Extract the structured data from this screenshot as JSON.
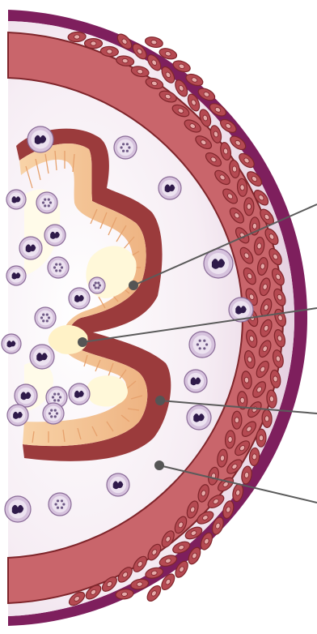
{
  "diagram": {
    "labels": [],
    "callout_lines": 4,
    "structures": [
      "outer-wall",
      "muscle-layer",
      "inner-cavity",
      "folded-epithelium",
      "immune-cells"
    ],
    "colors": {
      "outer_wall": "#7e1f5d",
      "cavity_fill": "#ead7e5",
      "muscle_cell": "#b54a52",
      "muscle_cell_dark": "#7f252b",
      "muscle_nucleus": "#e6a9a8",
      "epithelium_outer": "#9b3b3c",
      "epithelium_fill": "#f3c18f",
      "epithelium_cell_line": "#e6a16d",
      "lumen_fill": "#fff8d9",
      "immune_cell_outer": "#d6c2dd",
      "immune_nucleus": "#2f1a4a",
      "callout_line": "#5b5b5b"
    }
  }
}
